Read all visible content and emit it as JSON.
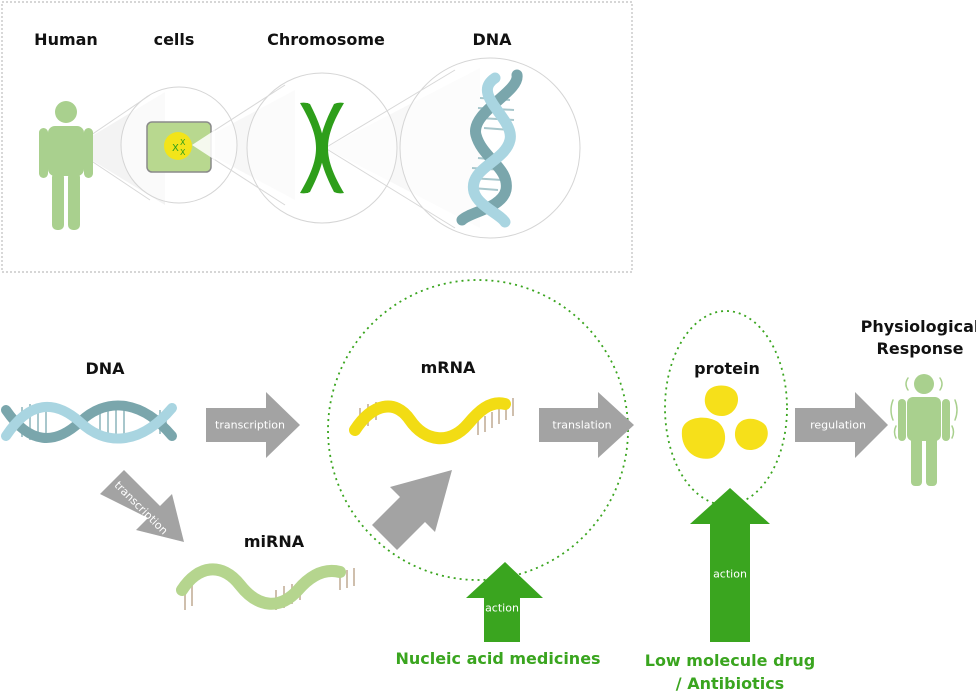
{
  "top_panel": {
    "labels": {
      "human": "Human",
      "cells": "cells",
      "chromosome": "Chromosome",
      "dna": "DNA"
    }
  },
  "flow": {
    "dna": "DNA",
    "mrna": "mRNA",
    "mirna": "miRNA",
    "protein": "protein",
    "physiological_response": "Physiological Response",
    "arrows": {
      "transcription_main": "transcription",
      "transcription_mirna": "transcription",
      "translation": "translation",
      "regulation": "regulation",
      "action_nucleic": "action",
      "action_drug": "action"
    },
    "drugs": {
      "nucleic_acid": "Nucleic acid medicines",
      "low_molecule_line1": "Low molecule drug",
      "low_molecule_line2": "/ Antibiotics"
    }
  },
  "colors": {
    "gray_arrow": "#a3a3a3",
    "green_arrow": "#3aa51f",
    "human_green": "#a9d08e",
    "chromosome_green": "#2e9e1a",
    "dna_teal": "#7aa6ac",
    "dna_light": "#a9d5e1",
    "mrna_yellow": "#f2dc14",
    "mirna_green": "#b5d58e",
    "protein_yellow": "#f6e01a",
    "dotted_green": "#3aa51f"
  }
}
